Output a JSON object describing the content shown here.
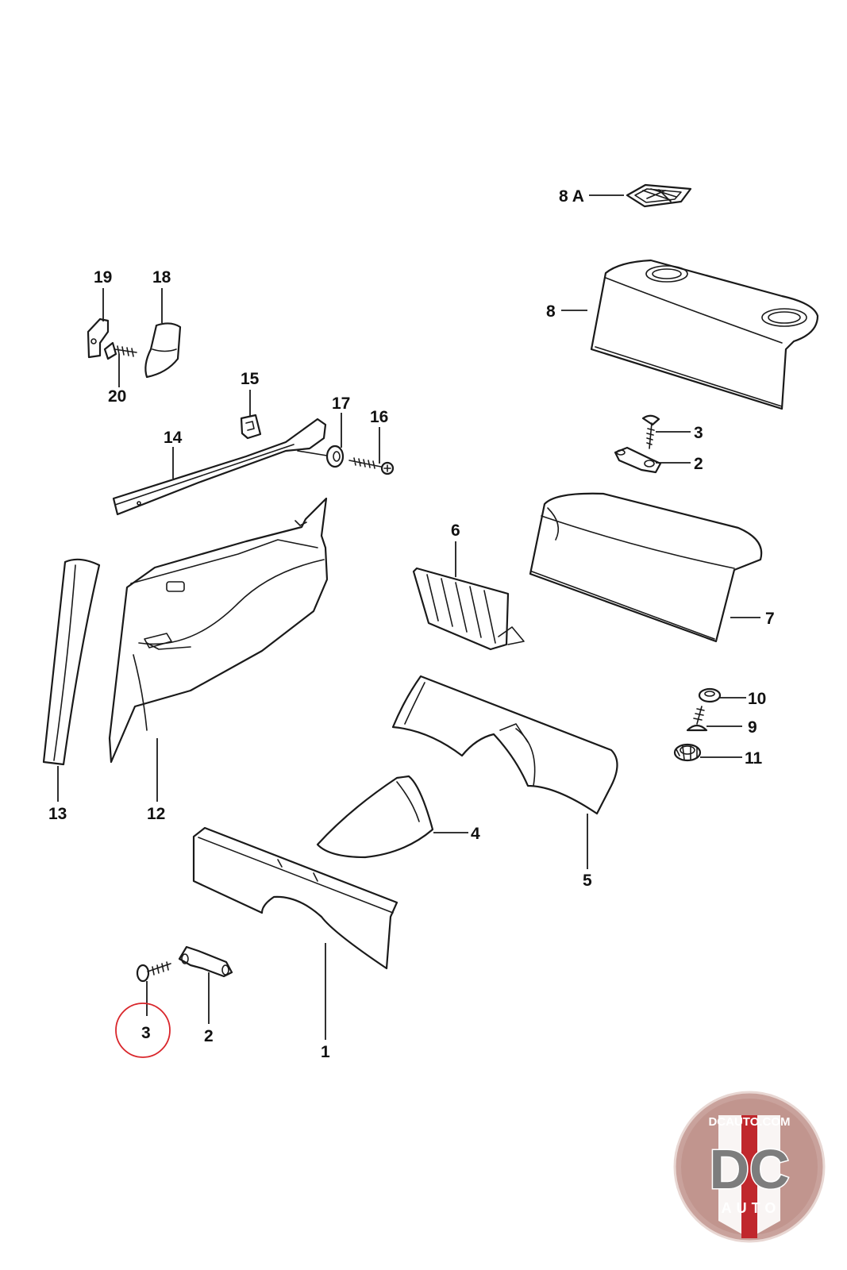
{
  "diagram": {
    "callouts": [
      {
        "id": "8a",
        "label": "8 A"
      },
      {
        "id": "8",
        "label": "8"
      },
      {
        "id": "19",
        "label": "19"
      },
      {
        "id": "18",
        "label": "18"
      },
      {
        "id": "20",
        "label": "20"
      },
      {
        "id": "15",
        "label": "15"
      },
      {
        "id": "17",
        "label": "17"
      },
      {
        "id": "16",
        "label": "16"
      },
      {
        "id": "14",
        "label": "14"
      },
      {
        "id": "3-top",
        "label": "3"
      },
      {
        "id": "2-top",
        "label": "2"
      },
      {
        "id": "6",
        "label": "6"
      },
      {
        "id": "7",
        "label": "7"
      },
      {
        "id": "10",
        "label": "10"
      },
      {
        "id": "9",
        "label": "9"
      },
      {
        "id": "11",
        "label": "11"
      },
      {
        "id": "13",
        "label": "13"
      },
      {
        "id": "12",
        "label": "12"
      },
      {
        "id": "4",
        "label": "4"
      },
      {
        "id": "5",
        "label": "5"
      },
      {
        "id": "3-bottom",
        "label": "3"
      },
      {
        "id": "2-bottom",
        "label": "2"
      },
      {
        "id": "1",
        "label": "1"
      }
    ],
    "highlighted_callout": "3",
    "highlight_color": "#d9262b"
  },
  "logo": {
    "top_text": "DCAUTO.COM",
    "main_text": "DC",
    "bottom_text": "AUTO",
    "colors": {
      "ring": "#c9a29c",
      "letters": "#7d7d7d",
      "stripe": "#c0282d"
    }
  }
}
